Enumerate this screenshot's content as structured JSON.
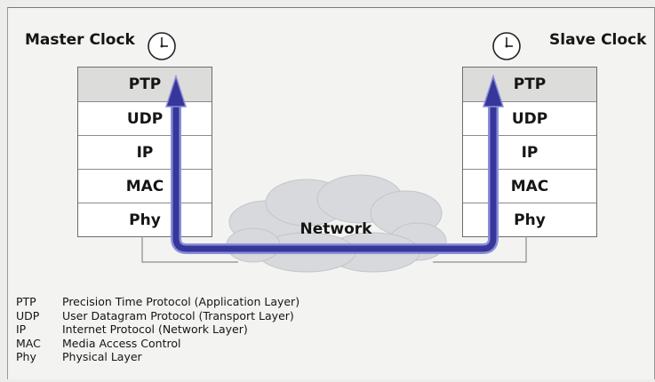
{
  "master": {
    "title": "Master Clock",
    "layers": [
      "PTP",
      "UDP",
      "IP",
      "MAC",
      "Phy"
    ]
  },
  "slave": {
    "title": "Slave Clock",
    "layers": [
      "PTP",
      "UDP",
      "IP",
      "MAC",
      "Phy"
    ]
  },
  "network_label": "Network",
  "colors": {
    "arrow": "#37369a",
    "arrow_outline": "#8a8fd8",
    "cloud": "#d7d9dc"
  },
  "icons": [
    "clock-icon",
    "clock-icon"
  ],
  "legend": [
    {
      "abbr": "PTP",
      "text": "Precision Time Protocol (Application Layer)"
    },
    {
      "abbr": "UDP",
      "text": "User Datagram Protocol (Transport Layer)"
    },
    {
      "abbr": "IP",
      "text": "Internet Protocol (Network Layer)"
    },
    {
      "abbr": "MAC",
      "text": "Media Access Control"
    },
    {
      "abbr": "Phy",
      "text": "Physical Layer"
    }
  ]
}
